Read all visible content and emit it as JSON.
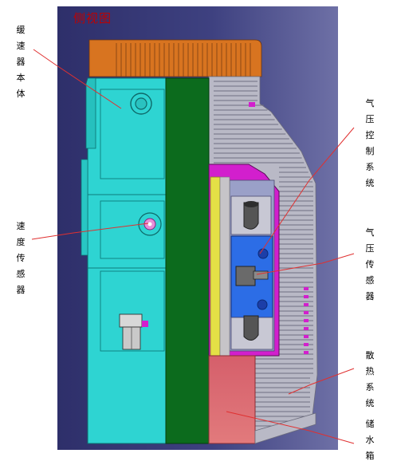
{
  "title": "侧视图",
  "labels": {
    "retarder": "缓速器本体",
    "speed_sensor": "速度传感器",
    "air_control": "气压控制系统",
    "air_sensor": "气压传感器",
    "cooling": "散热系统",
    "water_tank": "储水箱"
  },
  "colors": {
    "background": "#3d3f7c",
    "body": "#2ed4d2",
    "rotor": "#0c6b1d",
    "brake_head": "#d87420",
    "fins": "#b9b9c6",
    "valve_block": "#2c6de6",
    "magenta": "#d21fcd",
    "tank": "#d9666f",
    "yellow": "#e4e046",
    "leader_line": "#e03030"
  }
}
